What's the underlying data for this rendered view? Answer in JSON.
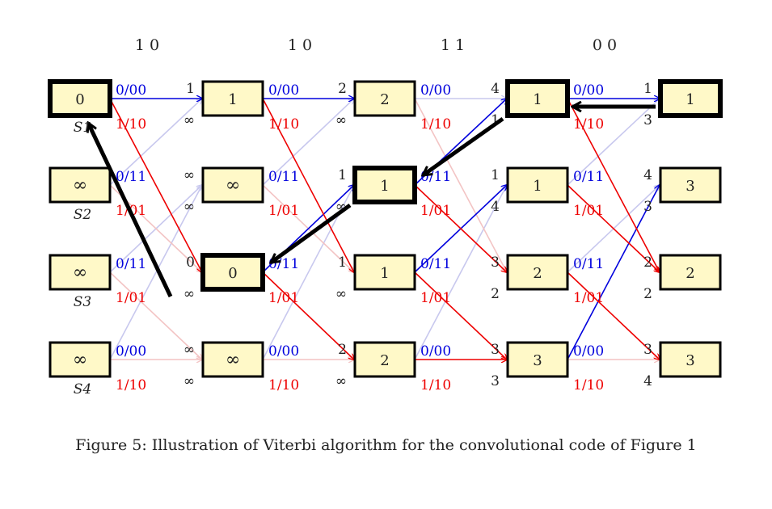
{
  "colors": {
    "blue": "#0000dd",
    "red": "#ee0000",
    "faded_blue": "#c8c8ee",
    "faded_red": "#f3c4c4",
    "node_fill": "#fff9c8",
    "black": "#000000"
  },
  "received_bits": [
    "1 0",
    "1 0",
    "1 1",
    "0 0"
  ],
  "state_labels": [
    "S1",
    "S2",
    "S3",
    "S4"
  ],
  "node_values": [
    [
      "0",
      "∞",
      "∞",
      "∞"
    ],
    [
      "1",
      "∞",
      "0",
      "∞"
    ],
    [
      "2",
      "1",
      "1",
      "2"
    ],
    [
      "1",
      "1",
      "2",
      "3"
    ],
    [
      "1",
      "3",
      "2",
      "3"
    ]
  ],
  "survivor_nodes": [
    [
      0,
      0
    ],
    [
      1,
      2
    ],
    [
      2,
      1
    ],
    [
      3,
      0
    ],
    [
      4,
      0
    ]
  ],
  "edge_labels": {
    "s1": [
      "0/00",
      "1/10"
    ],
    "s2": [
      "0/11",
      "1/01"
    ],
    "s3": [
      "0/11",
      "1/01"
    ],
    "s4": [
      "0/00",
      "1/10"
    ]
  },
  "edges": [
    {
      "stage": 0,
      "from": 0,
      "to": 0,
      "style": "blue"
    },
    {
      "stage": 0,
      "from": 0,
      "to": 2,
      "style": "red"
    },
    {
      "stage": 0,
      "from": 1,
      "to": 0,
      "style": "faded_blue"
    },
    {
      "stage": 0,
      "from": 1,
      "to": 2,
      "style": "faded_red"
    },
    {
      "stage": 0,
      "from": 2,
      "to": 1,
      "style": "faded_blue"
    },
    {
      "stage": 0,
      "from": 2,
      "to": 3,
      "style": "faded_red"
    },
    {
      "stage": 0,
      "from": 3,
      "to": 1,
      "style": "faded_blue"
    },
    {
      "stage": 0,
      "from": 3,
      "to": 3,
      "style": "faded_red"
    },
    {
      "stage": 1,
      "from": 0,
      "to": 0,
      "style": "blue"
    },
    {
      "stage": 1,
      "from": 0,
      "to": 2,
      "style": "red"
    },
    {
      "stage": 1,
      "from": 1,
      "to": 0,
      "style": "faded_blue"
    },
    {
      "stage": 1,
      "from": 1,
      "to": 2,
      "style": "faded_red"
    },
    {
      "stage": 1,
      "from": 2,
      "to": 1,
      "style": "blue"
    },
    {
      "stage": 1,
      "from": 2,
      "to": 3,
      "style": "red"
    },
    {
      "stage": 1,
      "from": 3,
      "to": 1,
      "style": "faded_blue"
    },
    {
      "stage": 1,
      "from": 3,
      "to": 3,
      "style": "faded_red"
    },
    {
      "stage": 2,
      "from": 0,
      "to": 0,
      "style": "faded_blue"
    },
    {
      "stage": 2,
      "from": 0,
      "to": 2,
      "style": "faded_red"
    },
    {
      "stage": 2,
      "from": 1,
      "to": 0,
      "style": "blue"
    },
    {
      "stage": 2,
      "from": 1,
      "to": 2,
      "style": "red"
    },
    {
      "stage": 2,
      "from": 2,
      "to": 1,
      "style": "blue"
    },
    {
      "stage": 2,
      "from": 2,
      "to": 3,
      "style": "red"
    },
    {
      "stage": 2,
      "from": 3,
      "to": 1,
      "style": "faded_blue"
    },
    {
      "stage": 2,
      "from": 3,
      "to": 3,
      "style": "red"
    },
    {
      "stage": 3,
      "from": 0,
      "to": 0,
      "style": "blue"
    },
    {
      "stage": 3,
      "from": 0,
      "to": 2,
      "style": "red"
    },
    {
      "stage": 3,
      "from": 1,
      "to": 0,
      "style": "faded_blue"
    },
    {
      "stage": 3,
      "from": 1,
      "to": 2,
      "style": "red"
    },
    {
      "stage": 3,
      "from": 2,
      "to": 1,
      "style": "faded_blue"
    },
    {
      "stage": 3,
      "from": 2,
      "to": 3,
      "style": "red"
    },
    {
      "stage": 3,
      "from": 3,
      "to": 1,
      "style": "blue"
    },
    {
      "stage": 3,
      "from": 3,
      "to": 3,
      "style": "faded_red"
    }
  ],
  "metric_labels": [
    {
      "stage": 0,
      "items": [
        [
          "1",
          "∞"
        ],
        [
          "∞",
          "∞"
        ],
        [
          "0",
          "∞"
        ],
        [
          "∞",
          "∞"
        ]
      ]
    },
    {
      "stage": 1,
      "items": [
        [
          "2",
          "∞"
        ],
        [
          "1",
          "∞"
        ],
        [
          "1",
          "∞"
        ],
        [
          "2",
          "∞"
        ]
      ]
    },
    {
      "stage": 2,
      "items": [
        [
          "4",
          "1"
        ],
        [
          "1",
          "4"
        ],
        [
          "3",
          "2"
        ],
        [
          "3",
          "3"
        ]
      ]
    },
    {
      "stage": 3,
      "items": [
        [
          "1",
          "3"
        ],
        [
          "4",
          "3"
        ],
        [
          "2",
          "2"
        ],
        [
          "3",
          "4"
        ]
      ]
    }
  ],
  "caption": "Figure 5: Illustration of Viterbi algorithm for the convolutional code of Figure 1"
}
